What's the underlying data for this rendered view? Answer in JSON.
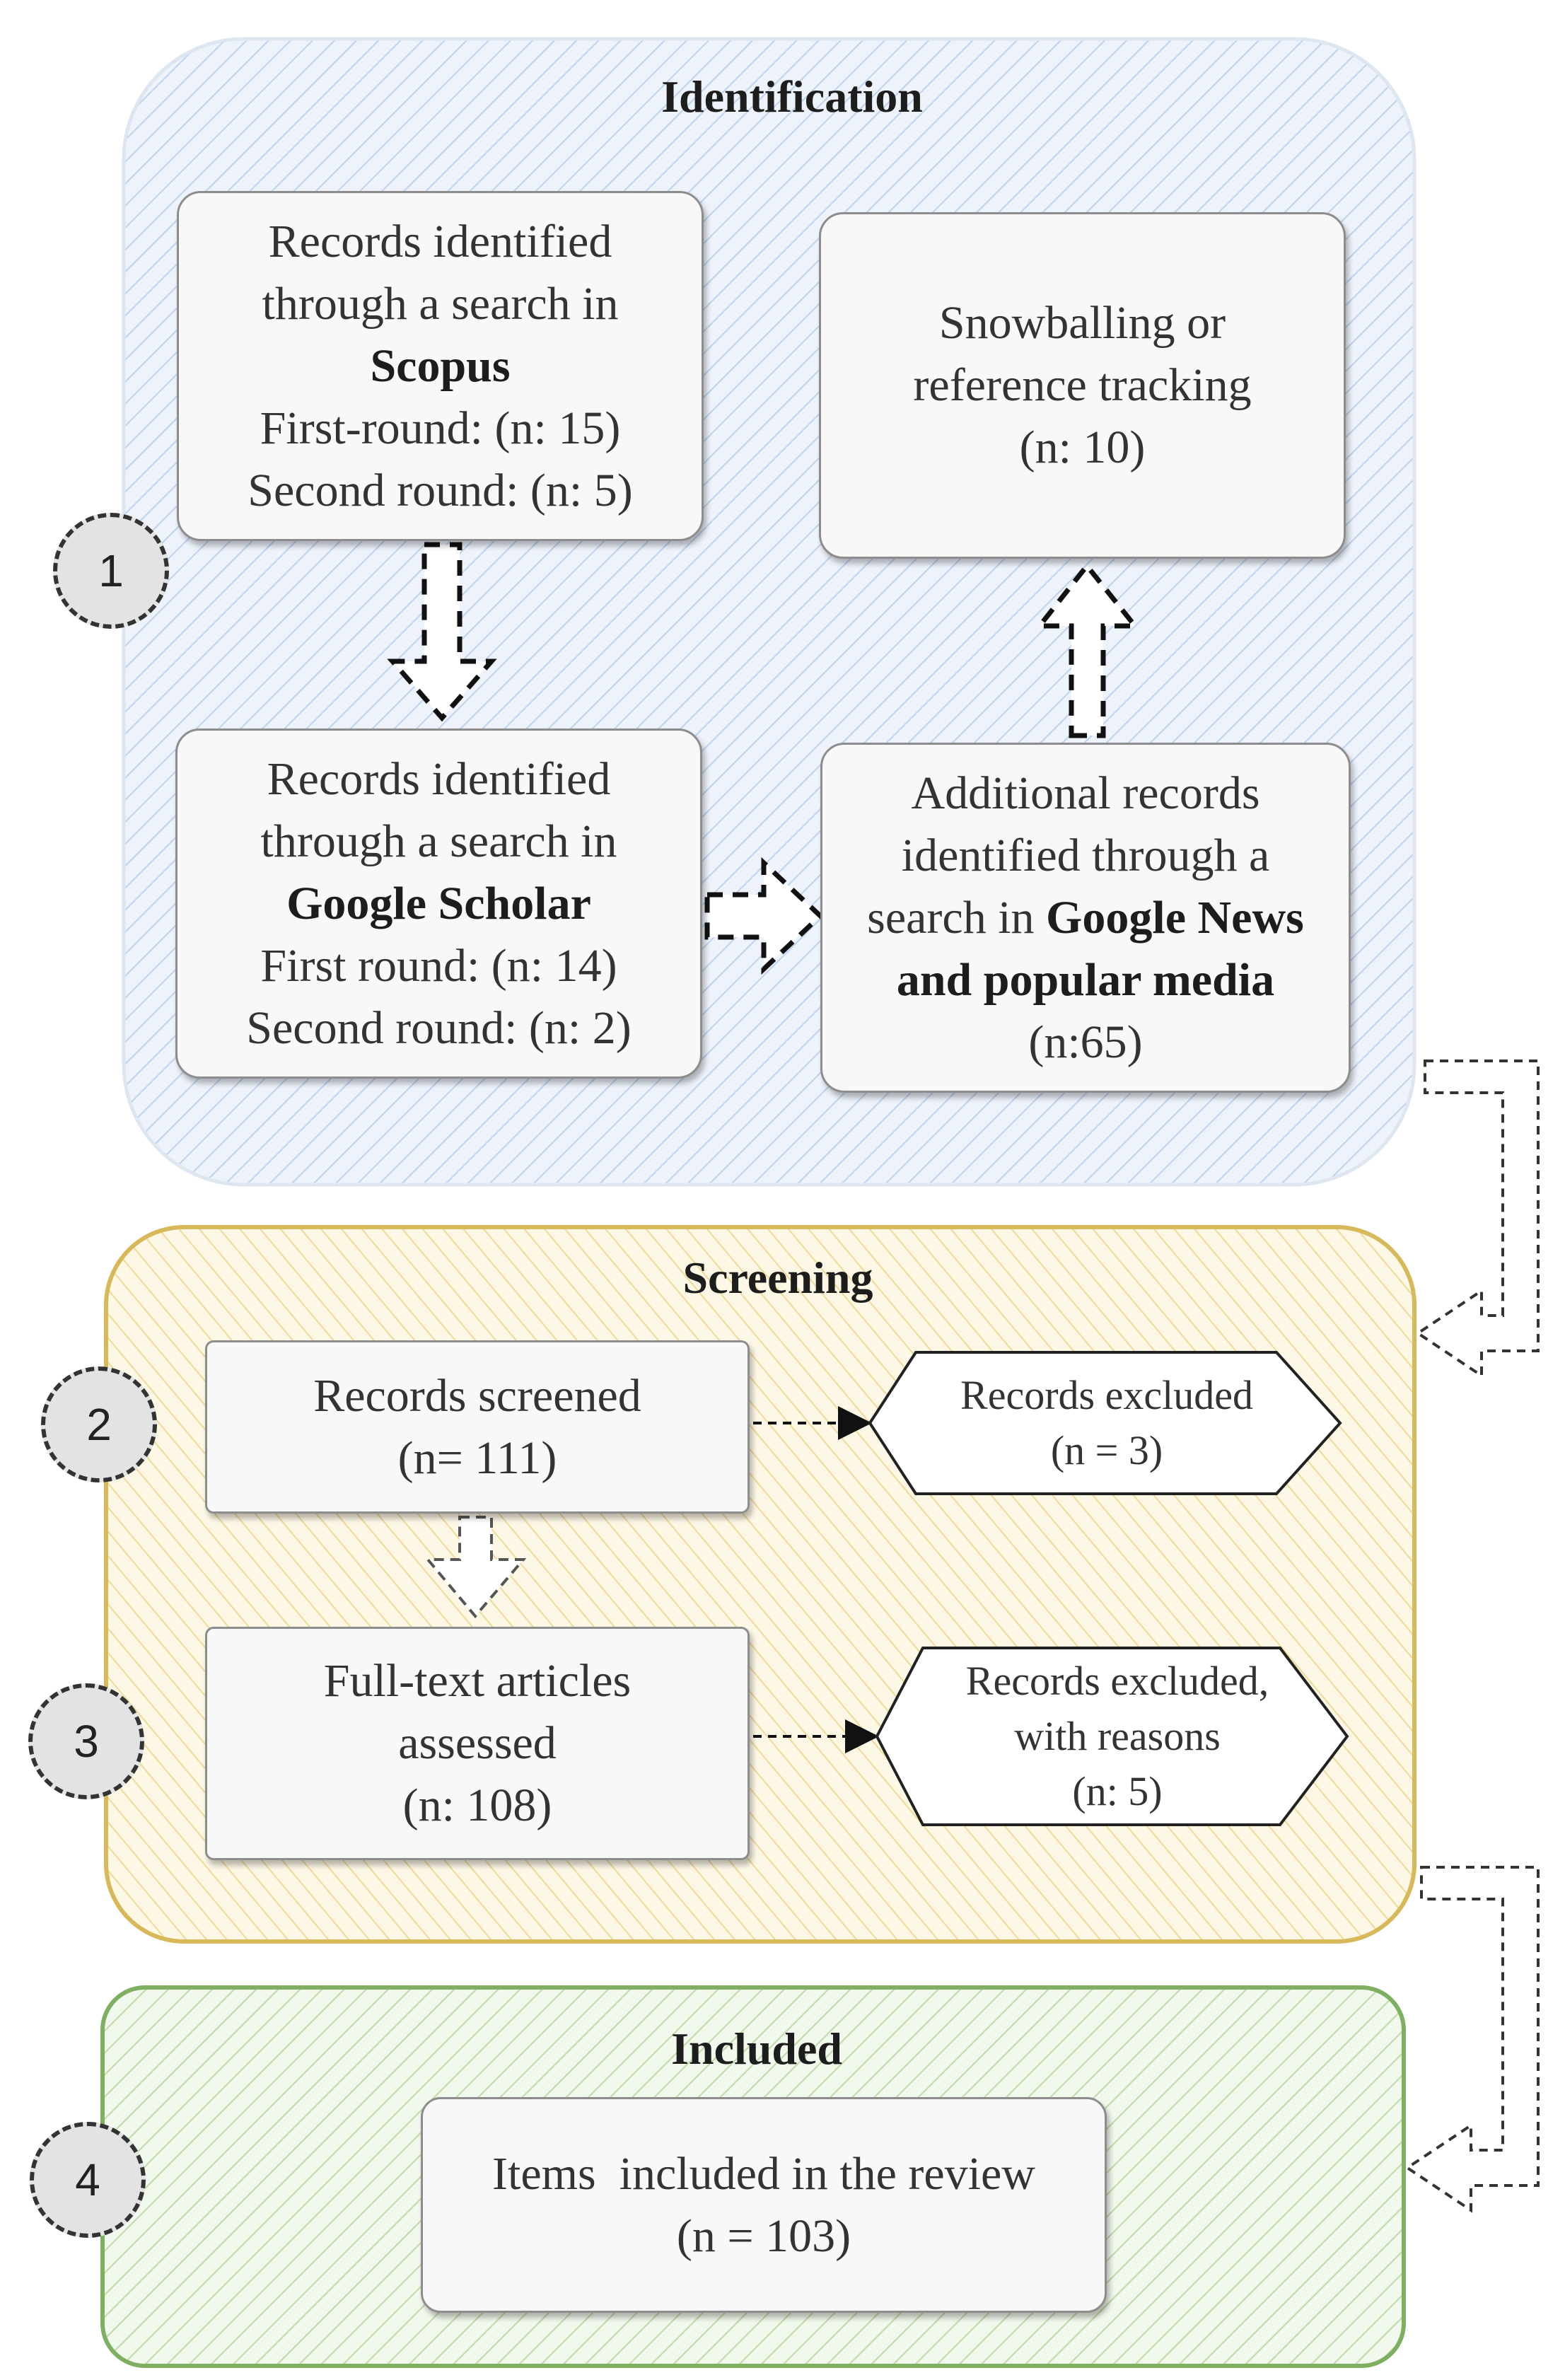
{
  "sections": {
    "identification": "Identification",
    "screening": "Screening",
    "included": "Included"
  },
  "steps": [
    "1",
    "2",
    "3",
    "4"
  ],
  "identification": {
    "scopus": {
      "line1": "Records identified",
      "line2": "through a search in",
      "source": "Scopus",
      "first": "First-round: (n: 15)",
      "second": "Second round: (n: 5)"
    },
    "scholar": {
      "line1": "Records identified",
      "line2": "through a search in",
      "source": "Google Scholar",
      "first": "First round: (n: 14)",
      "second": "Second round: (n: 2)"
    },
    "snowball": {
      "line1": "Snowballing or",
      "line2": "reference tracking",
      "count": "(n: 10)"
    },
    "news": {
      "line1": "Additional records",
      "line2": "identified through a",
      "line3_pre": "search in ",
      "line3_bold": "Google News",
      "line4_bold": "and popular media",
      "count": "(n:65)"
    }
  },
  "screening": {
    "screened": {
      "line1": "Records screened",
      "count": "(n= 111)"
    },
    "excluded1": {
      "line1": "Records excluded",
      "count": "(n = 3)"
    },
    "fulltext": {
      "line1": "Full-text articles",
      "line2": "assessed",
      "count": "(n: 108)"
    },
    "excluded2": {
      "line1": "Records excluded,",
      "line2": "with reasons",
      "count": "(n: 5)"
    }
  },
  "included": {
    "items": {
      "line1": "Items  included in the review",
      "count": "(n = 103)"
    }
  },
  "colors": {
    "identification_fill": "#eaf1fa",
    "identification_hatch": "#b9d1ec",
    "screening_fill": "#fdf6e3",
    "screening_hatch": "#ecd48a",
    "screening_border": "#d8b95a",
    "included_fill": "#eef6e8",
    "included_hatch": "#b9d6a2",
    "included_border": "#7fb061"
  }
}
